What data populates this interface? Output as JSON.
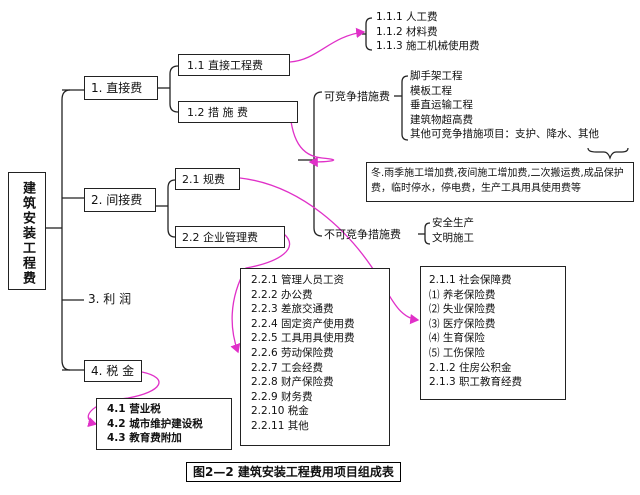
{
  "root": "建筑安装工程费",
  "level1": {
    "direct": "1. 直接费",
    "indirect": "2.  间接费",
    "profit": "3. 利    润",
    "tax": "4. 税  金"
  },
  "direct_children": {
    "direct_engineering": "1.1  直接工程费",
    "measures": "1.2  措  施  费"
  },
  "direct_engineering_items": [
    "1.1.1  人工费",
    "1.1.2  材料费",
    "1.1.3  施工机械使用费"
  ],
  "measures_children": {
    "competitive": "可竞争措施费",
    "non_competitive": "不可竞争措施费"
  },
  "competitive_items": [
    "脚手架工程",
    "模板工程",
    "垂直运输工程",
    "建筑物超高费",
    "其他可竞争措施项目：支护、降水、其他"
  ],
  "other_detail": "冬.雨季施工增加费,夜间施工增加费,二次搬运费,成品保护费，临时停水，停电费，生产工具用具使用费等",
  "non_competitive_items": [
    "安全生产",
    "文明施工"
  ],
  "indirect_children": {
    "fees": "2.1  规费",
    "management": "2.2  企业管理费"
  },
  "fees_items": [
    "2.1.1 社会保障费",
    "⑴  养老保险费",
    "⑵  失业保险费",
    "⑶  医疗保险费",
    "⑷  生育保险",
    "⑸  工伤保险",
    "2.1.2  住房公积金",
    "2.1.3  职工教育经费"
  ],
  "management_items": [
    "2.2.1  管理人员工资",
    "2.2.2  办公费",
    "2.2.3  差旅交通费",
    "2.2.4  固定资产使用费",
    "2.2.5  工具用具使用费",
    "2.2.6  劳动保险费",
    "2.2.7  工会经费",
    "2.2.8 财产保险费",
    "2.2.9 财务费",
    "2.2.10 税金",
    "2.2.11 其他"
  ],
  "tax_items": [
    "4.1 营业税",
    "4.2 城市维护建设税",
    "4.3 教育费附加"
  ],
  "caption": "图2—2  建筑安装工程费用项目组成表",
  "colors": {
    "arrow": "#e030c8",
    "line": "#222222"
  }
}
